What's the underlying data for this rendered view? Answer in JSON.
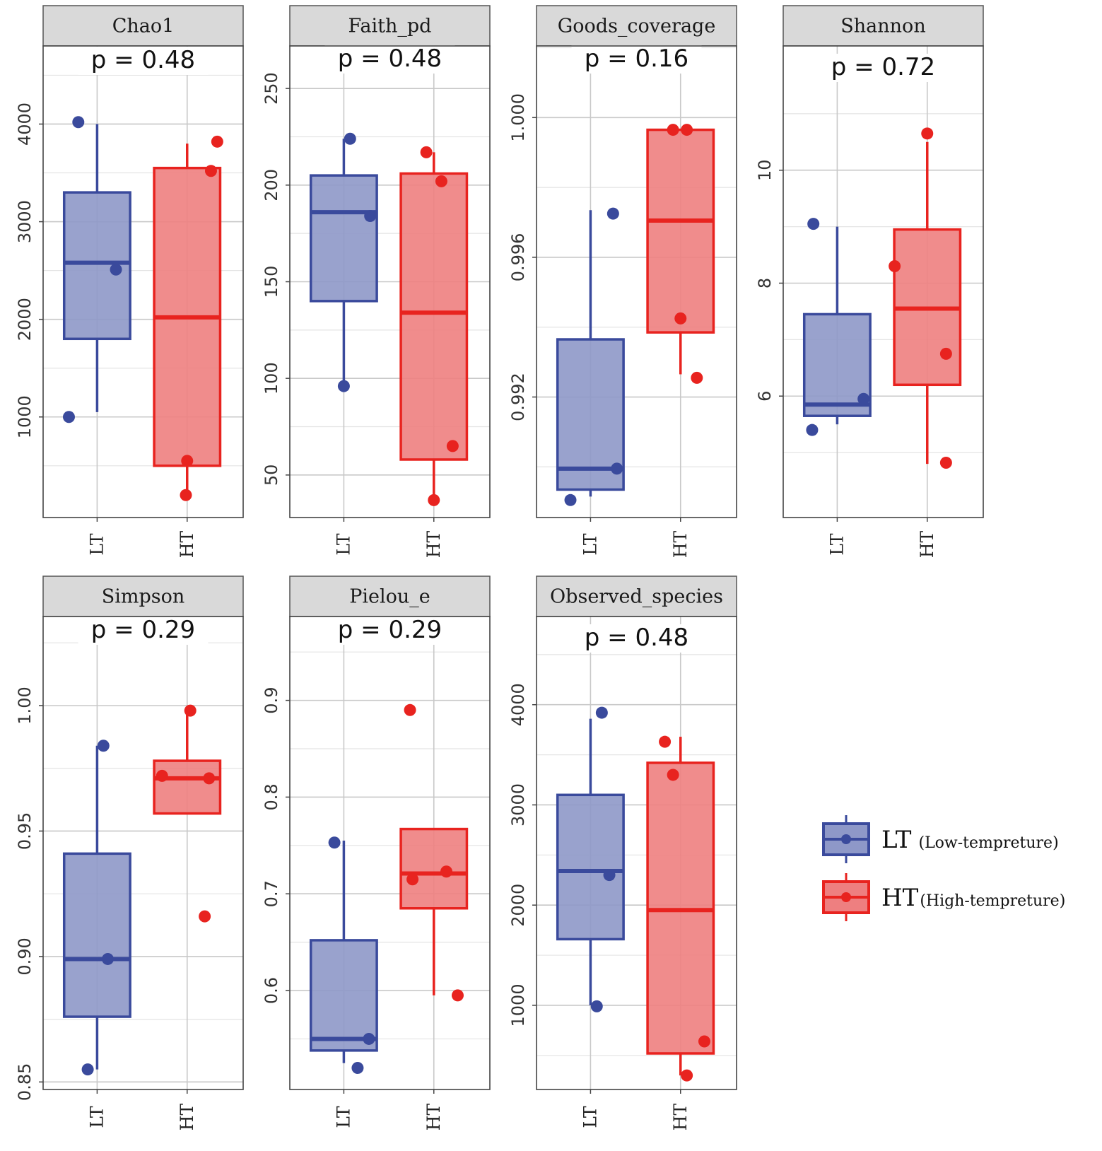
{
  "colors": {
    "LT": "#3a4a9c",
    "LT_fill": "#8e98c8",
    "HT": "#e8231f",
    "HT_fill": "#ee7f80",
    "strip": "#d9d9d9",
    "grid": "#c8c8c8"
  },
  "chart_data": [
    {
      "type": "box",
      "title": "Chao1",
      "p_label": "p = 0.48",
      "categories": [
        "LT",
        "HT"
      ],
      "ylim": [
        -30,
        4800
      ],
      "yticks": [
        1000,
        2000,
        3000,
        4000
      ],
      "boxes": [
        {
          "group": "LT",
          "min": 1050,
          "q1": 1800,
          "median": 2580,
          "q3": 3300,
          "max": 4000,
          "points": [
            {
              "dx": -0.45,
              "y": 1000
            },
            {
              "dx": -0.3,
              "y": 4020
            },
            {
              "dx": 0.3,
              "y": 2510
            }
          ]
        },
        {
          "group": "HT",
          "min": 200,
          "q1": 500,
          "median": 2020,
          "q3": 3550,
          "max": 3800,
          "points": [
            {
              "dx": 0.0,
              "y": 550
            },
            {
              "dx": -0.02,
              "y": 200
            },
            {
              "dx": 0.38,
              "y": 3520
            },
            {
              "dx": 0.48,
              "y": 3820
            }
          ]
        }
      ]
    },
    {
      "type": "box",
      "title": "Faith_pd",
      "p_label": "p = 0.48",
      "categories": [
        "LT",
        "HT"
      ],
      "ylim": [
        28,
        272
      ],
      "yticks": [
        50,
        100,
        150,
        200,
        250
      ],
      "boxes": [
        {
          "group": "LT",
          "min": 96,
          "q1": 140,
          "median": 186,
          "q3": 205,
          "max": 224,
          "points": [
            {
              "dx": 0.0,
              "y": 96
            },
            {
              "dx": 0.1,
              "y": 224
            },
            {
              "dx": 0.42,
              "y": 184
            }
          ]
        },
        {
          "group": "HT",
          "min": 37,
          "q1": 58,
          "median": 134,
          "q3": 206,
          "max": 217,
          "points": [
            {
              "dx": -0.12,
              "y": 217
            },
            {
              "dx": 0.12,
              "y": 202
            },
            {
              "dx": 0.3,
              "y": 65
            },
            {
              "dx": 0.0,
              "y": 37
            }
          ]
        }
      ]
    },
    {
      "type": "box",
      "title": "Goods_coverage",
      "p_label": "p = 0.16",
      "categories": [
        "LT",
        "HT"
      ],
      "ylim": [
        0.98855,
        1.00205
      ],
      "yticks": [
        0.992,
        0.996,
        1.0
      ],
      "ytick_labels": [
        "0.992",
        "0.996",
        "1.000"
      ],
      "boxes": [
        {
          "group": "LT",
          "min": 0.98915,
          "q1": 0.98935,
          "median": 0.98995,
          "q3": 0.99365,
          "max": 0.99735,
          "points": [
            {
              "dx": -0.32,
              "y": 0.98905
            },
            {
              "dx": 0.42,
              "y": 0.98995
            },
            {
              "dx": 0.36,
              "y": 0.99725
            }
          ]
        },
        {
          "group": "HT",
          "min": 0.99265,
          "q1": 0.99385,
          "median": 0.99705,
          "q3": 0.99965,
          "max": 0.99965,
          "points": [
            {
              "dx": -0.12,
              "y": 0.99965
            },
            {
              "dx": 0.1,
              "y": 0.99965
            },
            {
              "dx": 0.0,
              "y": 0.99425
            },
            {
              "dx": 0.26,
              "y": 0.99255
            }
          ]
        }
      ]
    },
    {
      "type": "box",
      "title": "Shannon",
      "p_label": "p = 0.72",
      "categories": [
        "LT",
        "HT"
      ],
      "ylim": [
        3.85,
        12.2
      ],
      "yticks": [
        6,
        8,
        10
      ],
      "boxes": [
        {
          "group": "LT",
          "min": 5.5,
          "q1": 5.65,
          "median": 5.85,
          "q3": 7.45,
          "max": 9.0,
          "points": [
            {
              "dx": -0.4,
              "y": 5.4
            },
            {
              "dx": 0.42,
              "y": 5.95
            },
            {
              "dx": -0.38,
              "y": 9.05
            }
          ]
        },
        {
          "group": "HT",
          "min": 4.8,
          "q1": 6.2,
          "median": 7.55,
          "q3": 8.95,
          "max": 10.5,
          "points": [
            {
              "dx": 0.0,
              "y": 10.65
            },
            {
              "dx": -0.52,
              "y": 8.3
            },
            {
              "dx": 0.3,
              "y": 6.75
            },
            {
              "dx": 0.3,
              "y": 4.82
            }
          ]
        }
      ]
    },
    {
      "type": "box",
      "title": "Simpson",
      "p_label": "p = 0.29",
      "categories": [
        "LT",
        "HT"
      ],
      "ylim": [
        0.847,
        1.0355
      ],
      "yticks": [
        0.85,
        0.9,
        0.95,
        1.0
      ],
      "ytick_labels": [
        "0.85",
        "0.90",
        "0.95",
        "1.00"
      ],
      "boxes": [
        {
          "group": "LT",
          "min": 0.855,
          "q1": 0.876,
          "median": 0.899,
          "q3": 0.941,
          "max": 0.984,
          "points": [
            {
              "dx": -0.15,
              "y": 0.855
            },
            {
              "dx": 0.1,
              "y": 0.984
            },
            {
              "dx": 0.17,
              "y": 0.899
            }
          ]
        },
        {
          "group": "HT",
          "min": 0.957,
          "q1": 0.957,
          "median": 0.971,
          "q3": 0.978,
          "max": 0.998,
          "points": [
            {
              "dx": 0.05,
              "y": 0.998
            },
            {
              "dx": -0.4,
              "y": 0.972
            },
            {
              "dx": 0.35,
              "y": 0.971
            },
            {
              "dx": 0.28,
              "y": 0.916
            }
          ]
        }
      ]
    },
    {
      "type": "box",
      "title": "Pielou_e",
      "p_label": "p = 0.29",
      "categories": [
        "LT",
        "HT"
      ],
      "ylim": [
        0.4977,
        0.9867
      ],
      "yticks": [
        0.6,
        0.7,
        0.8,
        0.9
      ],
      "boxes": [
        {
          "group": "LT",
          "min": 0.525,
          "q1": 0.538,
          "median": 0.55,
          "q3": 0.652,
          "max": 0.755,
          "points": [
            {
              "dx": -0.15,
              "y": 0.753
            },
            {
              "dx": 0.22,
              "y": 0.52
            },
            {
              "dx": 0.4,
              "y": 0.55
            }
          ]
        },
        {
          "group": "HT",
          "min": 0.595,
          "q1": 0.685,
          "median": 0.721,
          "q3": 0.767,
          "max": 0.767,
          "points": [
            {
              "dx": -0.38,
              "y": 0.89
            },
            {
              "dx": -0.34,
              "y": 0.715
            },
            {
              "dx": 0.2,
              "y": 0.723
            },
            {
              "dx": 0.38,
              "y": 0.595
            }
          ]
        }
      ]
    },
    {
      "type": "box",
      "title": "Observed_species",
      "p_label": "p = 0.48",
      "categories": [
        "LT",
        "HT"
      ],
      "ylim": [
        160,
        4880
      ],
      "yticks": [
        1000,
        2000,
        3000,
        4000
      ],
      "boxes": [
        {
          "group": "LT",
          "min": 1000,
          "q1": 1660,
          "median": 2340,
          "q3": 3100,
          "max": 3860,
          "points": [
            {
              "dx": 0.1,
              "y": 990
            },
            {
              "dx": 0.18,
              "y": 3920
            },
            {
              "dx": 0.3,
              "y": 2300
            }
          ]
        },
        {
          "group": "HT",
          "min": 300,
          "q1": 520,
          "median": 1950,
          "q3": 3420,
          "max": 3680,
          "points": [
            {
              "dx": -0.25,
              "y": 3630
            },
            {
              "dx": -0.12,
              "y": 3300
            },
            {
              "dx": 0.38,
              "y": 640
            },
            {
              "dx": 0.1,
              "y": 300
            }
          ]
        }
      ]
    }
  ],
  "legend": [
    {
      "main": "LT",
      "sub": "(Low-tempreture)",
      "group": "LT"
    },
    {
      "main": "HT",
      "sub": "(High-tempreture)",
      "group": "HT"
    }
  ]
}
